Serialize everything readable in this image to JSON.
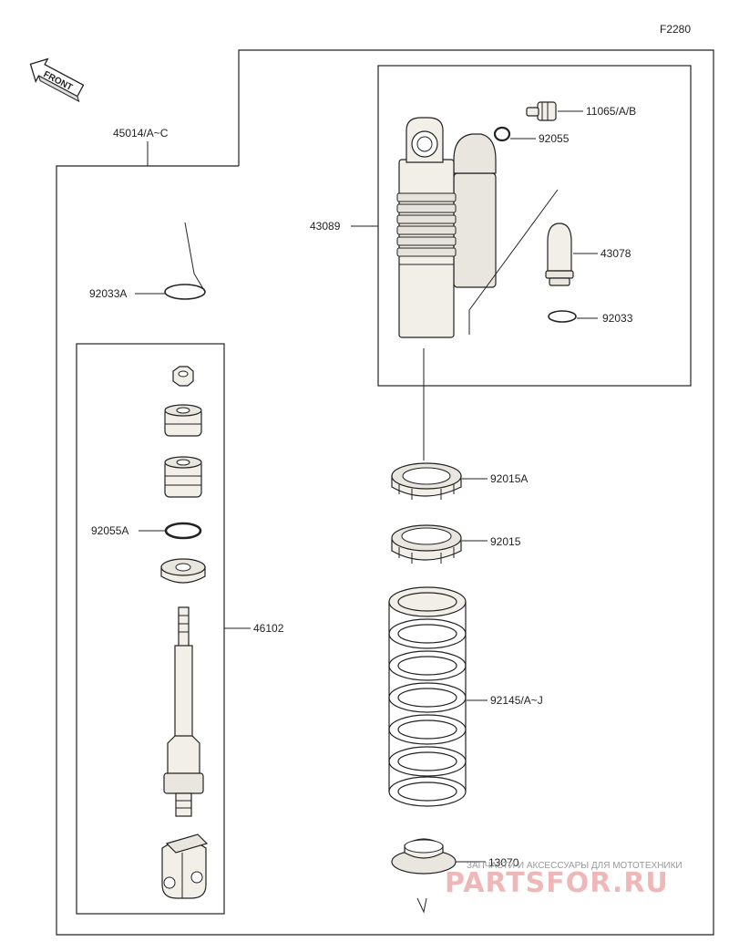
{
  "figure_code": "F2280",
  "front_label": "FRONT",
  "labels": {
    "assembly": "45014/A~C",
    "snap_ring_a": "92033A",
    "shock_body": "43089",
    "valve": "11065/A/B",
    "oring_top": "92055",
    "reservoir_cap": "43078",
    "snap_ring": "92033",
    "locknut_a": "92015A",
    "locknut": "92015",
    "spring": "92145/A~J",
    "spring_guide": "13070",
    "oring_a": "92055A",
    "rod_assy": "46102"
  },
  "watermark": {
    "top": "ЗАПЧАСТИ И АКСЕССУАРЫ ДЛЯ МОТОТЕХНИКИ",
    "main": "PARTSFOR.RU"
  }
}
